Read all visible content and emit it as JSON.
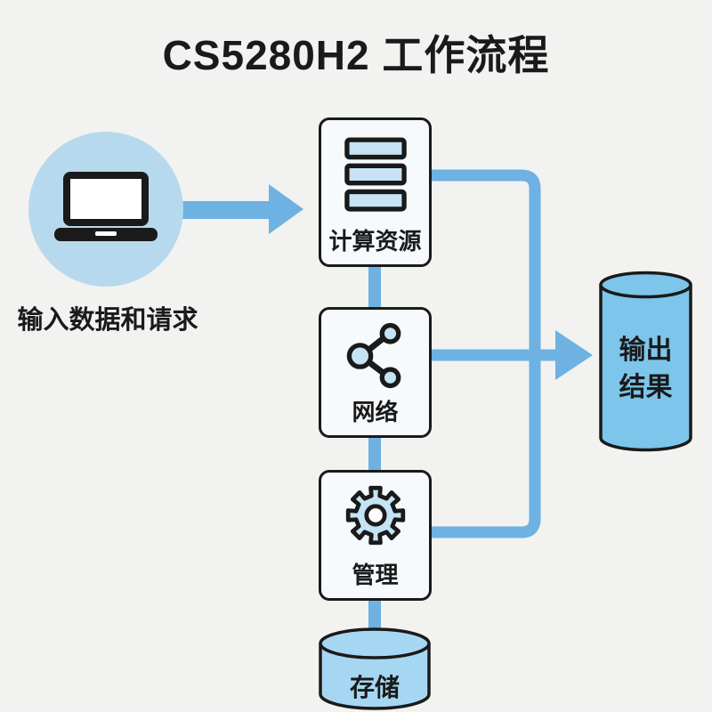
{
  "title": "CS5280H2 工作流程",
  "input": {
    "label": "输入数据和请求",
    "icon": "laptop-icon"
  },
  "nodes": [
    {
      "id": "compute",
      "label": "计算资源",
      "icon": "server-icon"
    },
    {
      "id": "network",
      "label": "网络",
      "icon": "share-network-icon"
    },
    {
      "id": "management",
      "label": "管理",
      "icon": "gear-icon"
    }
  ],
  "storage": {
    "label": "存储",
    "icon": "cylinder-icon"
  },
  "output": {
    "label": "输出结果",
    "lines": [
      "输出",
      "结果"
    ],
    "icon": "cylinder-icon"
  },
  "colors": {
    "background": "#f2f2f0",
    "ink": "#1a1a1a",
    "connector": "#6db2e2",
    "circle_fill": "#b7d9ee",
    "node_fill": "#f6fafd",
    "icon_fill": "#c5e3f4",
    "storage_fill": "#a6d7f2",
    "output_fill": "#7dc5ea"
  }
}
